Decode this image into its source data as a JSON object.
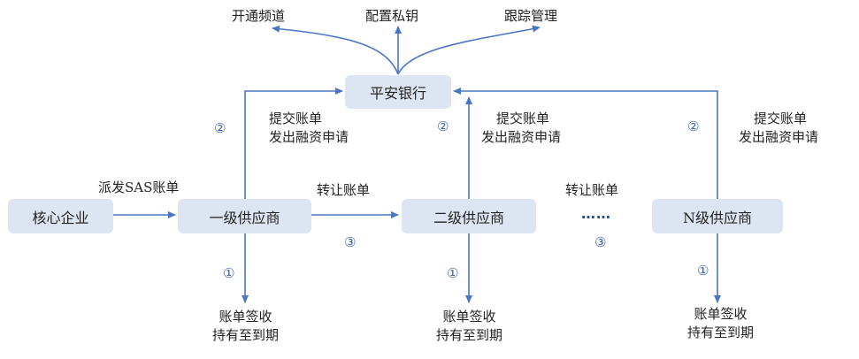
{
  "colors": {
    "node_fill": "#dde5f2",
    "arrow": "#4a76c2",
    "step_number": "#3a63a8"
  },
  "nodes": {
    "bank": "平安银行",
    "core": "核心企业",
    "tier1": "一级供应商",
    "tier2": "二级供应商",
    "tierN": "N级供应商"
  },
  "bank_services": {
    "open_channel": "开通频道",
    "configure_key": "配置私钥",
    "tracking": "跟踪管理"
  },
  "labels": {
    "dispatch_sas": "派发SAS账单",
    "transfer_1": "转让账单",
    "transfer_2": "转让账单",
    "ellipsis": "……",
    "submit_1a": "提交账单",
    "submit_1b": "发出融资申请",
    "submit_2a": "提交账单",
    "submit_2b": "发出融资申请",
    "submit_na": "提交账单",
    "submit_nb": "发出融资申请",
    "sign_1a": "账单签收",
    "sign_1b": "持有至到期",
    "sign_2a": "账单签收",
    "sign_2b": "持有至到期",
    "sign_na": "账单签收",
    "sign_nb": "持有至到期"
  },
  "step_numbers": {
    "one": "①",
    "two": "②",
    "three": "③"
  }
}
